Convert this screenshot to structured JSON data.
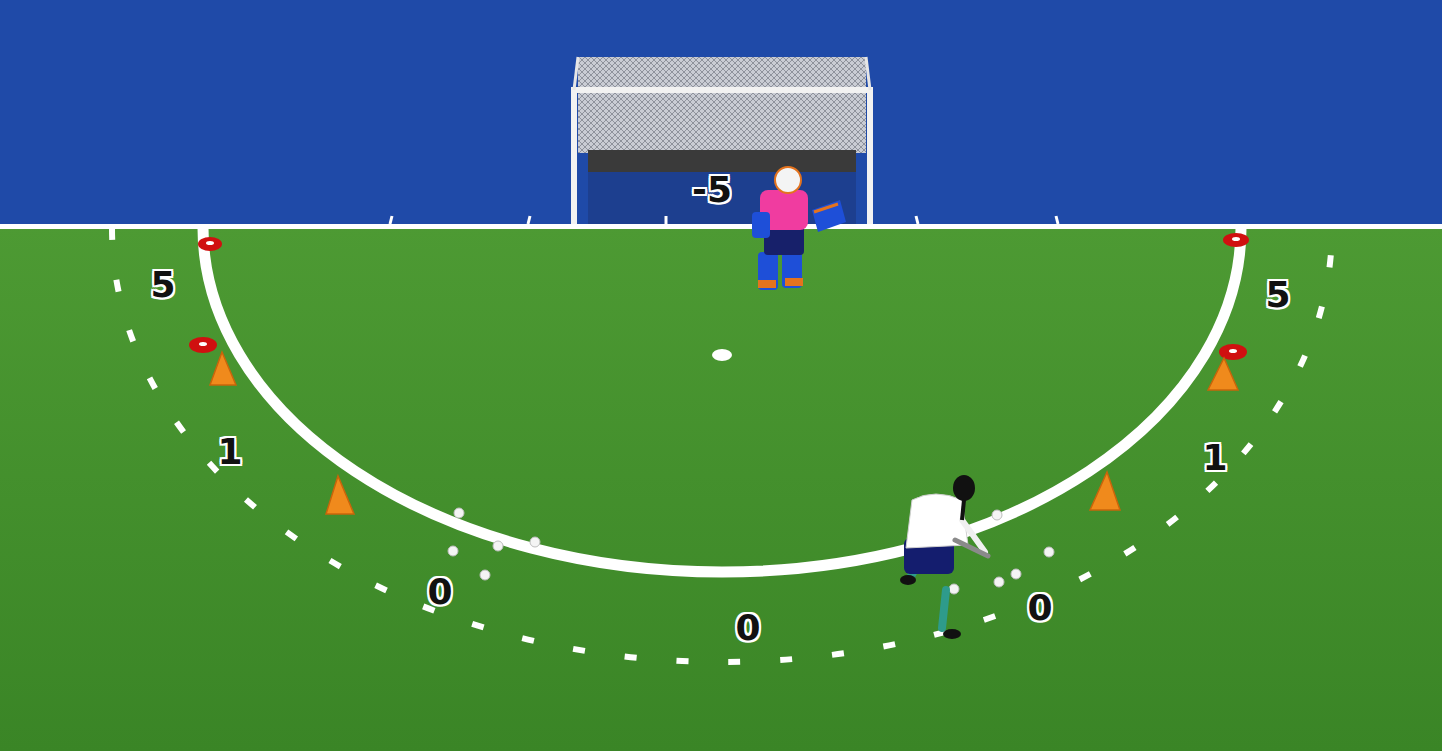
{
  "diagram": {
    "labels": [
      "-5",
      "5",
      "5",
      "1",
      "1",
      "0",
      "0",
      "0"
    ]
  }
}
